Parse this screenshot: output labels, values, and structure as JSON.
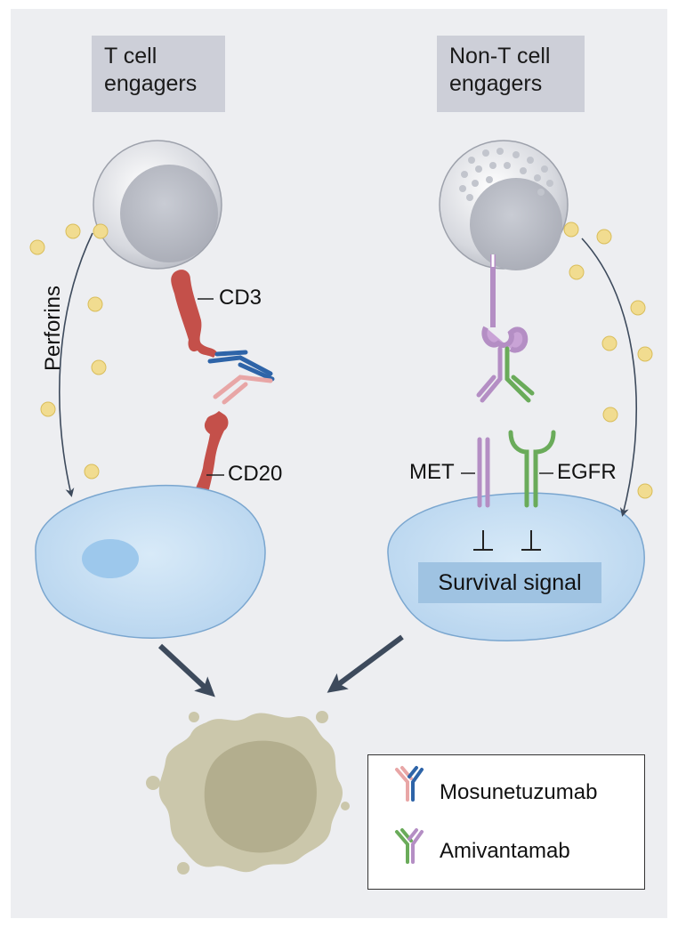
{
  "headers": {
    "left": [
      "T cell",
      "engagers"
    ],
    "right": [
      "Non-T cell",
      "engagers"
    ]
  },
  "labels": {
    "cd3": "CD3",
    "cd20": "CD20",
    "perforins": "Perforins",
    "met": "MET",
    "egfr": "EGFR",
    "survival_signal": "Survival signal"
  },
  "legend": {
    "items": [
      {
        "label": "Mosunetuzumab",
        "colors": [
          "#e8a6a6",
          "#2e64a8"
        ]
      },
      {
        "label": "Amivantamab",
        "colors": [
          "#6aab5a",
          "#b48ec4"
        ]
      }
    ]
  },
  "colors": {
    "background": "#edeef1",
    "header_box": "#cdcfd8",
    "tumor_cell": "#c9e0f3",
    "survival_box": "#9fc3e2",
    "receptor": "#c4504a",
    "perforin": "#f1dc90",
    "dead_cell": "#c9c5a9"
  }
}
